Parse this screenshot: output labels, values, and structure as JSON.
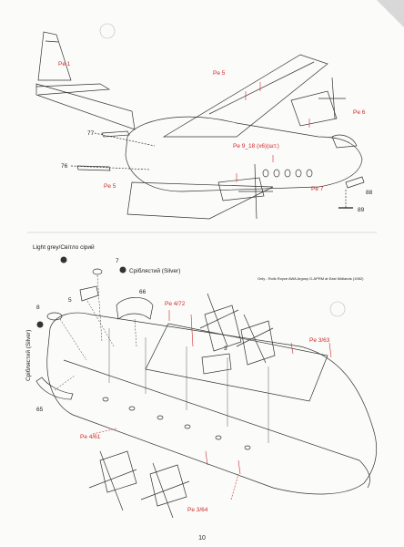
{
  "top_diagram": {
    "labels": {
      "pe1": "Pe 1",
      "pe5_wing": "Pe 5",
      "pe6": "Pe 6",
      "pe9_18": "Pe 9_18 (x6)(шт.)",
      "pe5_lower": "Pe 5",
      "pe7": "Pe 7",
      "p77": "77",
      "p76": "76",
      "p88": "88",
      "p89": "89"
    }
  },
  "bottom_diagram": {
    "color_note": "Light grey/Світло сірий",
    "silver_note": "Сріблястий (Silver)",
    "silver_note_vertical": "Сріблястий (Silver)",
    "caption": "Only - Rolls Royce AWA Argosy G-APRM at East Midlands (1982)",
    "labels": {
      "p7": "7",
      "p5": "5",
      "p8": "8",
      "p66": "66",
      "p65": "65",
      "pe4_72": "Pe 4/72",
      "p3": "3",
      "pe3_63": "Pe 3/63",
      "pe4_61": "Pe 4/61",
      "pe3_64": "Pe 3/64"
    }
  },
  "page_number": "10",
  "colors": {
    "accent_red": "#cf2a2a",
    "line": "#333333"
  }
}
